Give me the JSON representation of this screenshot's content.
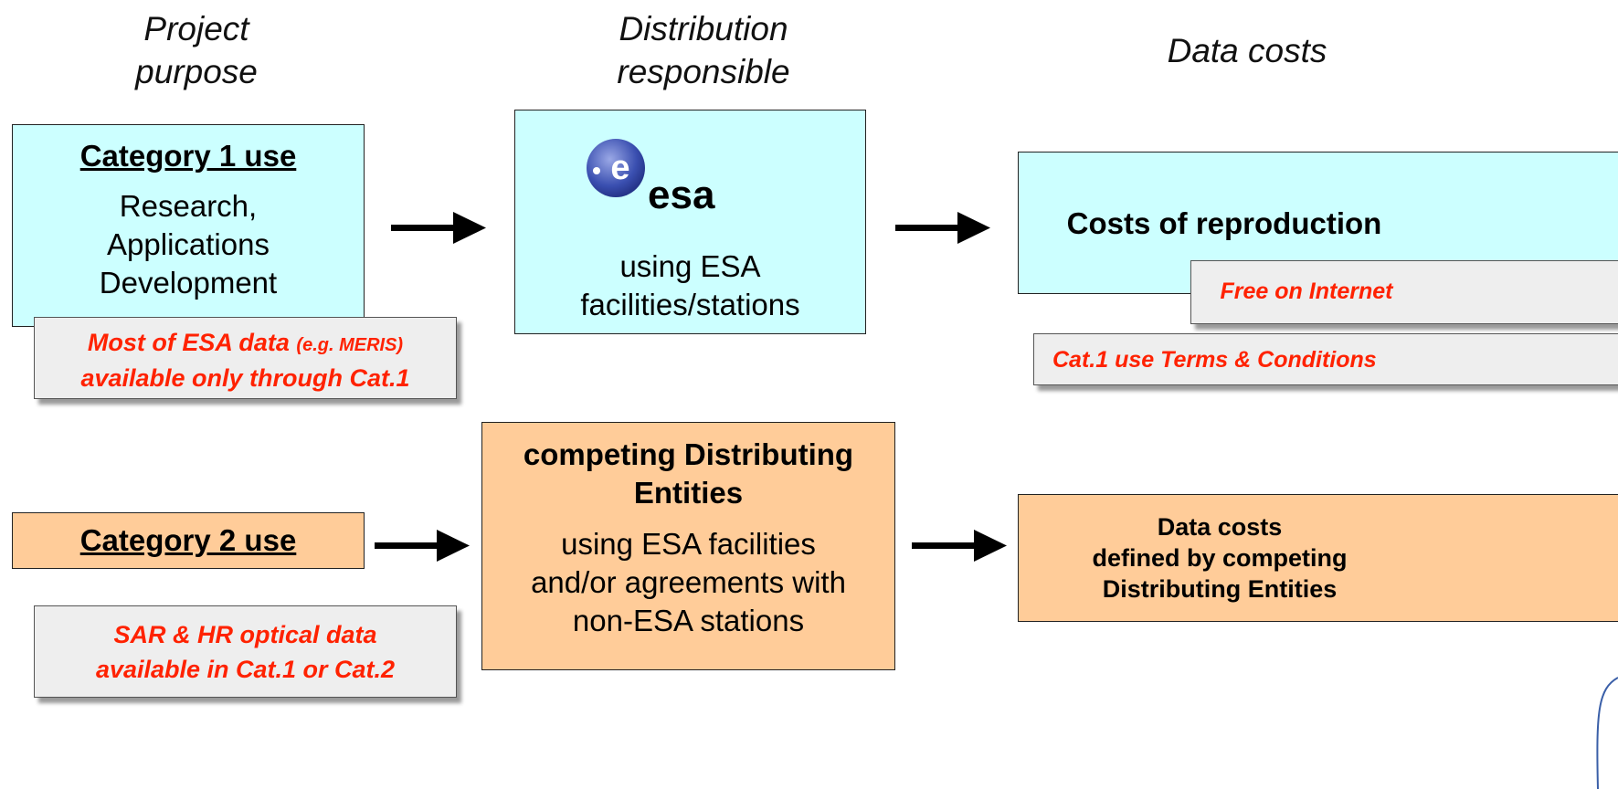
{
  "headers": {
    "project_purpose": [
      "Project",
      "purpose"
    ],
    "distribution_responsible": [
      "Distribution",
      "responsible"
    ],
    "data_costs": "Data costs"
  },
  "cat1": {
    "title": "Category 1 use",
    "lines": [
      "Research,",
      "Applications",
      "Development"
    ],
    "note_line1_main": "Most of ESA data",
    "note_line1_small": "(e.g. MERIS)",
    "note_line2": "available only through Cat.1"
  },
  "esa": {
    "logo_letter": "e",
    "logo_text": "esa",
    "lines": [
      "using ESA",
      "facilities/stations"
    ]
  },
  "cost1": {
    "title": "Costs of reproduction",
    "free_note": "Free on Internet",
    "terms_note": "Cat.1 use Terms & Conditions"
  },
  "cat2": {
    "title": "Category 2 use",
    "note_lines": [
      "SAR & HR optical data",
      "available in Cat.1 or Cat.2"
    ]
  },
  "entities": {
    "title_lines": [
      "competing Distributing",
      "Entities"
    ],
    "lines": [
      "using ESA facilities",
      "and/or agreements with",
      "non-ESA stations"
    ]
  },
  "cost2": {
    "lines": [
      "Data costs",
      "defined by competing",
      "Distributing Entities"
    ]
  },
  "colors": {
    "cyan_box": "#ccffff",
    "peach_box": "#ffcc99",
    "note_bg": "#eeeeee",
    "note_text": "#ff2200",
    "esa_logo": "#3a4fb0"
  }
}
